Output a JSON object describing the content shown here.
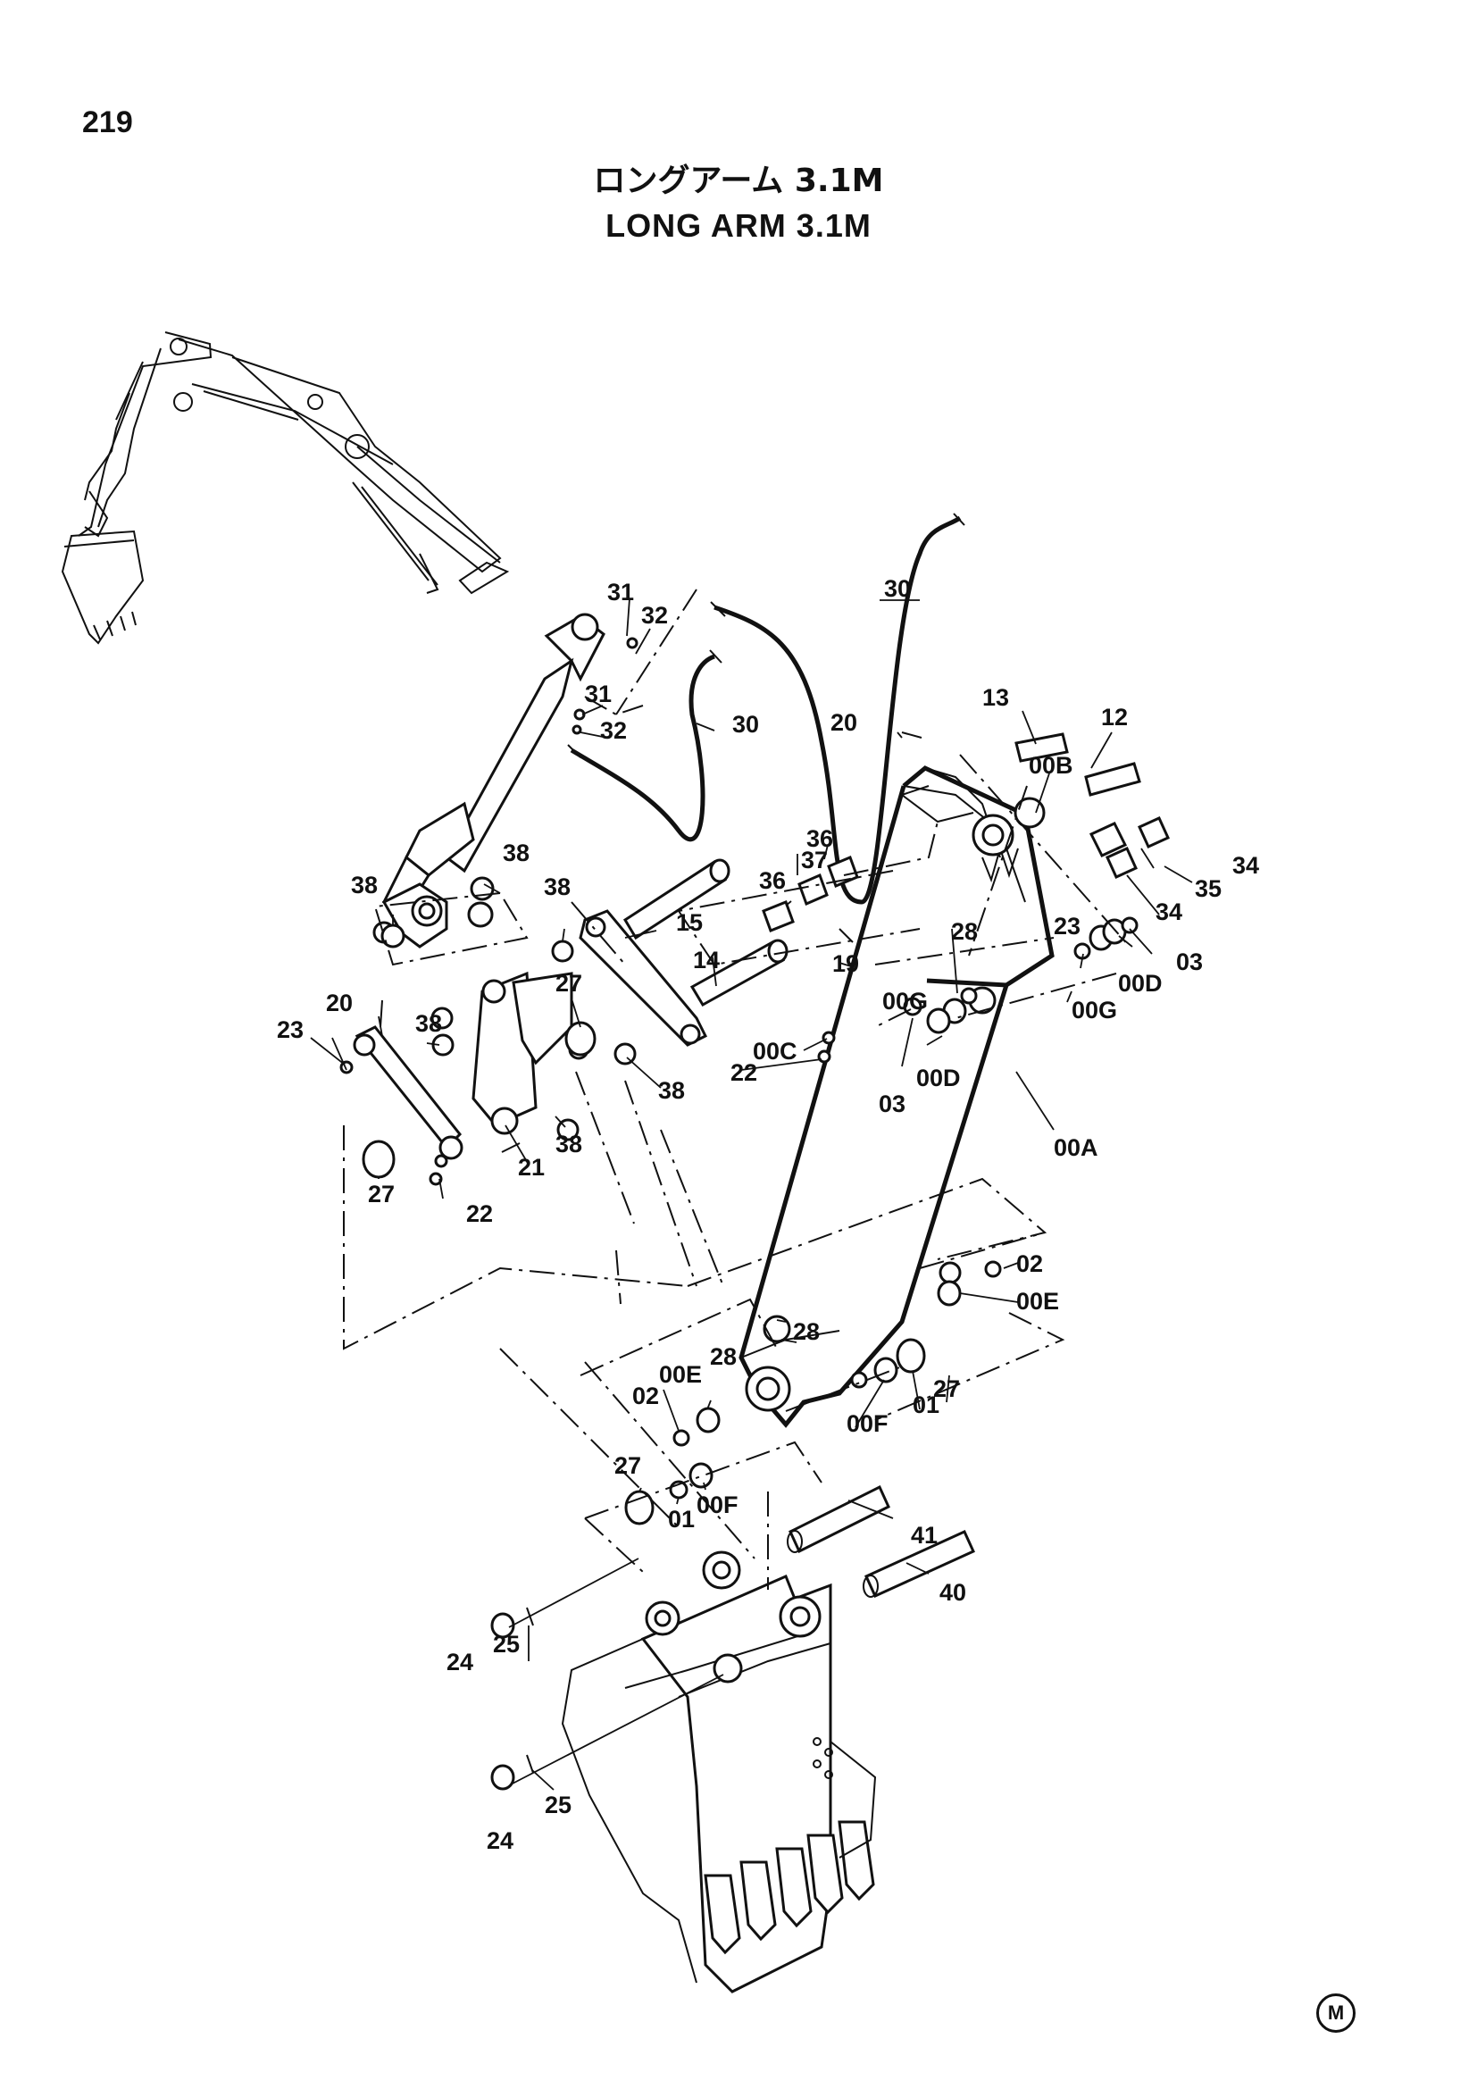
{
  "page": {
    "number": "219"
  },
  "title": {
    "japanese": "ロングアーム 3.1M",
    "english": "LONG ARM 3.1M"
  },
  "callouts": {
    "c30a": "30",
    "c30b": "30",
    "c31a": "31",
    "c32a": "32",
    "c31b": "31",
    "c32b": "32",
    "c20a": "20",
    "c13": "13",
    "c12": "12",
    "c00B": "00B",
    "c34a": "34",
    "c35": "35",
    "c34b": "34",
    "c23a": "23",
    "c03a": "03",
    "c00D_a": "00D",
    "c00G_a": "00G",
    "c38a": "38",
    "c38b": "38",
    "c38c": "38",
    "c38d": "38",
    "c38e": "38",
    "c38f": "38",
    "c37": "37",
    "c36a": "36",
    "c36b": "36",
    "c15": "15",
    "c14": "14",
    "c19": "19",
    "c28a": "28",
    "c00C": "00C",
    "c00G_b": "00G",
    "c22a": "22",
    "c03b": "03",
    "c00D_b": "00D",
    "c20b": "20",
    "c27a": "27",
    "c23b": "23",
    "c27b": "27",
    "c21": "21",
    "c22b": "22",
    "c00A": "00A",
    "c02a": "02",
    "c00E_a": "00E",
    "c28b": "28",
    "c28c": "28",
    "c00E_b": "00E",
    "c02b": "02",
    "c27c": "27",
    "c00F_a": "00F",
    "c01a": "01",
    "c27d": "27",
    "c01b": "01",
    "c00F_b": "00F",
    "c41": "41",
    "c40": "40",
    "c25a": "25",
    "c24a": "24",
    "c25b": "25",
    "c24b": "24"
  },
  "mark": "M"
}
